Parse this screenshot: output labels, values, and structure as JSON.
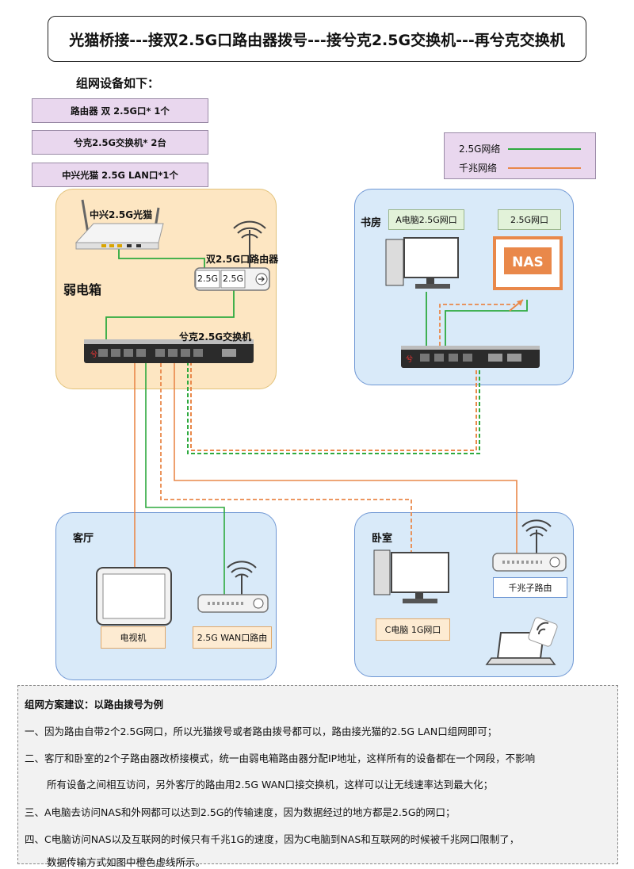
{
  "title": "光猫桥接---接双2.5G口路由器拨号---接兮克2.5G交换机---再兮克交换机",
  "device_list": {
    "heading": "组网设备如下：",
    "items": [
      "路由器 双 2.5G口*  1个",
      "兮克2.5G交换机* 2台",
      "中兴光猫  2.5G LAN口*1个"
    ]
  },
  "legend": {
    "items": [
      {
        "label": "2.5G网络",
        "color": "#2eaa3f"
      },
      {
        "label": "千兆网络",
        "color": "#e9884a"
      }
    ]
  },
  "rooms": {
    "weak_box": {
      "label": "弱电箱",
      "modem_label": "中兴2.5G光猫",
      "router_label": "双2.5G口路由器",
      "port_labels": [
        "2.5G",
        "2.5G"
      ],
      "switch_label": "兮克2.5G交换机"
    },
    "study": {
      "label": "书房",
      "pc_label": "A电脑2.5G网口",
      "nas_port_label": "2.5G网口",
      "nas_text": "NAS"
    },
    "living": {
      "label": "客厅",
      "tv_label": "电视机",
      "router_label": "2.5G WAN口路由"
    },
    "bedroom": {
      "label": "卧室",
      "pc_label": "C电脑  1G网口",
      "router_label": "千兆子路由"
    }
  },
  "notes": {
    "heading": "组网方案建议：以路由拨号为例",
    "lines": [
      "一、因为路由自带2个2.5G网口，所以光猫拨号或者路由拨号都可以，路由接光猫的2.5G  LAN口组网即可；",
      "二、客厅和卧室的2个子路由器改桥接模式，统一由弱电箱路由器分配IP地址，这样所有的设备都在一个网段，不影响",
      "所有设备之间相互访问，另外客厅的路由用2.5G WAN口接交换机，这样可以让无线速率达到最大化；",
      "三、A电脑去访问NAS和外网都可以达到2.5G的传输速度，因为数据经过的地方都是2.5G的网口；",
      "四、C电脑访问NAS以及互联网的时候只有千兆1G的速度，因为C电脑到NAS和互联网的时候被千兆网口限制了，",
      "数据传输方式如图中橙色虚线所示。"
    ]
  },
  "icons": {
    "modem": "fiber-modem-icon",
    "router": "router-icon",
    "switch": "network-switch-icon",
    "pc": "desktop-computer-icon",
    "nas": "nas-icon",
    "tv": "tv-icon",
    "laptop": "laptop-icon",
    "wifi": "wifi-icon"
  }
}
